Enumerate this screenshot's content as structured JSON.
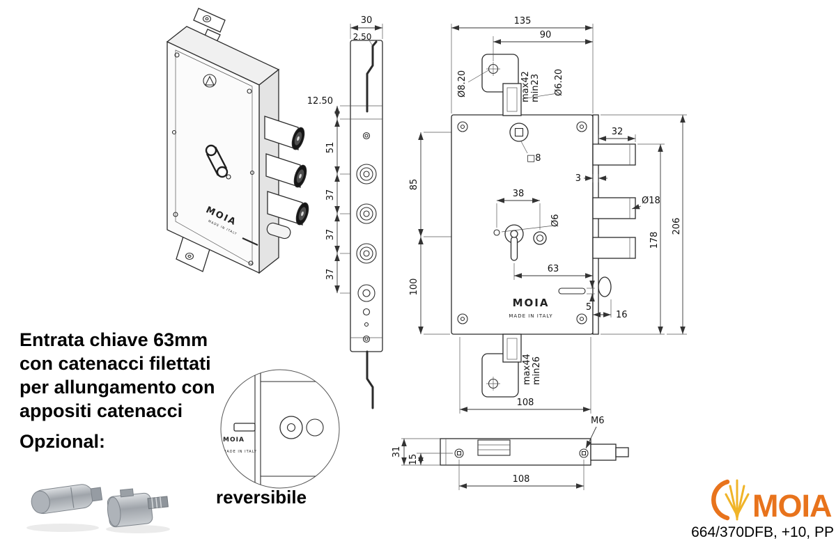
{
  "notes": {
    "lines": [
      "Entrata chiave 63mm",
      "con catenacci filettati",
      "per allungamento con",
      "appositi catenacci",
      "Opzional:"
    ]
  },
  "detail": {
    "label": "reversibile"
  },
  "brand": {
    "name": "MOIA",
    "made_in": "MADE IN ITALY",
    "part_number": "664/370DFB, +10, PP",
    "logo_color": "#e8731c",
    "logo_accent": "#f0b428"
  },
  "side_view": {
    "d30": "30",
    "d250": "2.50",
    "d1250": "12.50",
    "d51": "51",
    "d37a": "37",
    "d37b": "37",
    "d37c": "37"
  },
  "front_view": {
    "d135": "135",
    "d90": "90",
    "dia820": "Ø8.20",
    "max42": "max42",
    "min23": "min23",
    "dia620": "Ø6.20",
    "sq8": "□8",
    "d32": "32",
    "d3": "3",
    "dia18": "Ø18",
    "d178": "178",
    "d206": "206",
    "d85": "85",
    "d38": "38",
    "dia6": "Ø6",
    "d100": "100",
    "d63": "63",
    "d5": "5",
    "d16": "16",
    "max44": "max44",
    "min26": "min26",
    "d108": "108"
  },
  "bottom_view": {
    "m6": "M6",
    "d31": "31",
    "d15": "15",
    "d108": "108"
  }
}
